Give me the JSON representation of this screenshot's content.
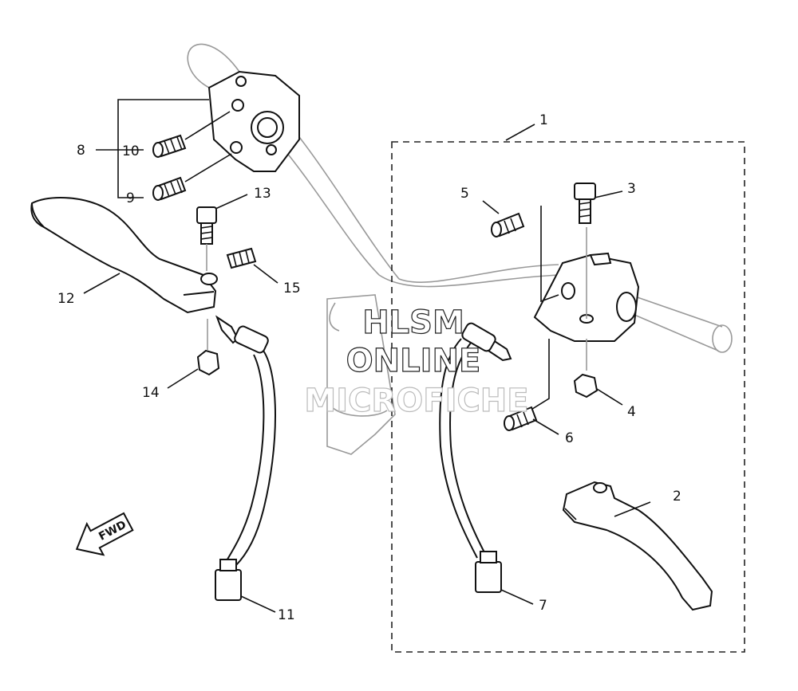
{
  "watermark": {
    "line1": "HLSM",
    "line2": "ONLINE",
    "line3": "MICROFICHE"
  },
  "direction_arrow": {
    "label": "FWD",
    "icon": "arrow-left-down-icon"
  },
  "callouts": {
    "c1": "1",
    "c2": "2",
    "c3": "3",
    "c4": "4",
    "c5": "5",
    "c6": "6",
    "c7": "7",
    "c8": "8",
    "c9": "9",
    "c10": "10",
    "c11": "11",
    "c12": "12",
    "c13": "13",
    "c14": "14",
    "c15": "15"
  },
  "colors": {
    "line": "#111111",
    "ghost": "#999999",
    "background": "#ffffff"
  }
}
